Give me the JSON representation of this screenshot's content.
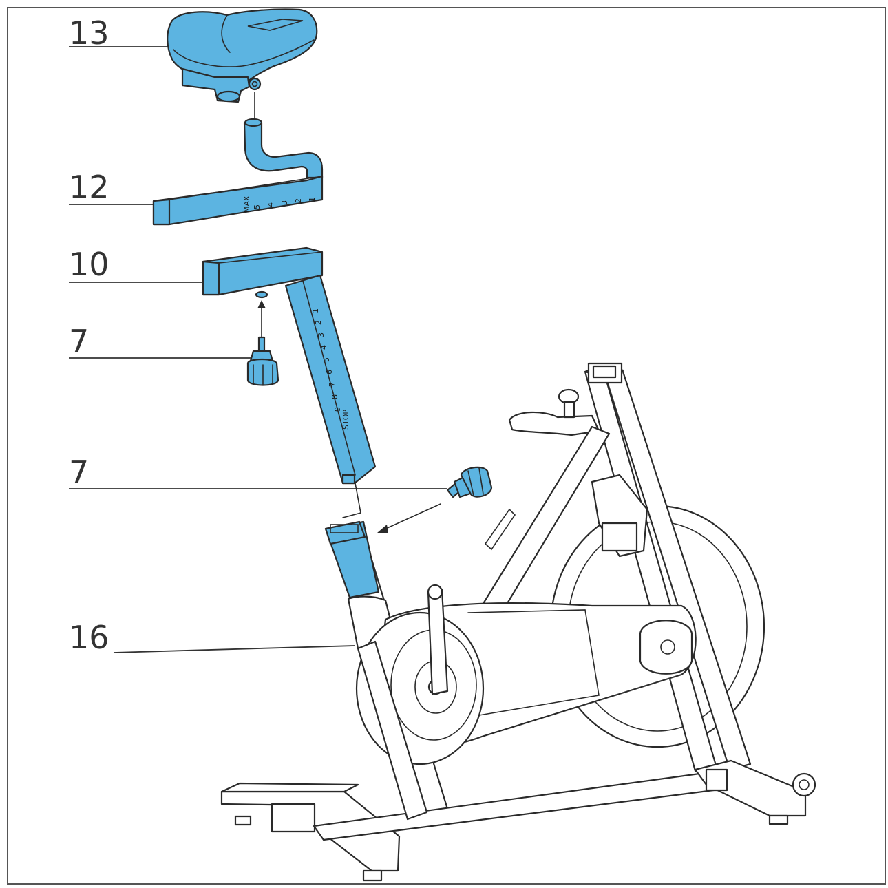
{
  "colors": {
    "highlight": "#5cb4e1",
    "outline": "#2a2a2a",
    "frame": "#ffffff",
    "label": "#333333"
  },
  "labels": {
    "seat": "13",
    "slider": "12",
    "seat_post": "10",
    "knob_upper": "7",
    "knob_lower": "7",
    "main_frame": "16"
  },
  "slider_scale": [
    "1",
    "2",
    "3",
    "4",
    "5"
  ],
  "slider_scale_end": "MAX",
  "post_scale": [
    "1",
    "2",
    "3",
    "4",
    "5",
    "6",
    "7",
    "8",
    "9"
  ],
  "post_scale_end": "STOP"
}
